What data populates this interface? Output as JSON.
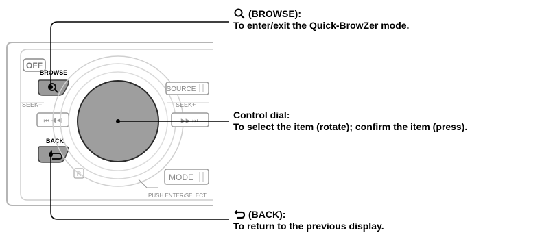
{
  "panel_labels": {
    "off": "OFF",
    "browse": "BROWSE",
    "source": "SOURCE",
    "seek_minus": "SEEK−",
    "seek_plus": "SEEK+",
    "back": "BACK",
    "mode": "MODE",
    "r_mark": "R",
    "push_enter": "PUSH ENTER/SELECT"
  },
  "callouts": {
    "browse": {
      "icon": "magnifier-icon",
      "title": "(BROWSE):",
      "desc": "To enter/exit the Quick-BrowZer mode."
    },
    "dial": {
      "title": "Control dial:",
      "desc": "To select the item (rotate); confirm the item (press)."
    },
    "back": {
      "icon": "return-arrow-icon",
      "title": "(BACK):",
      "desc": "To return to the previous display."
    }
  }
}
